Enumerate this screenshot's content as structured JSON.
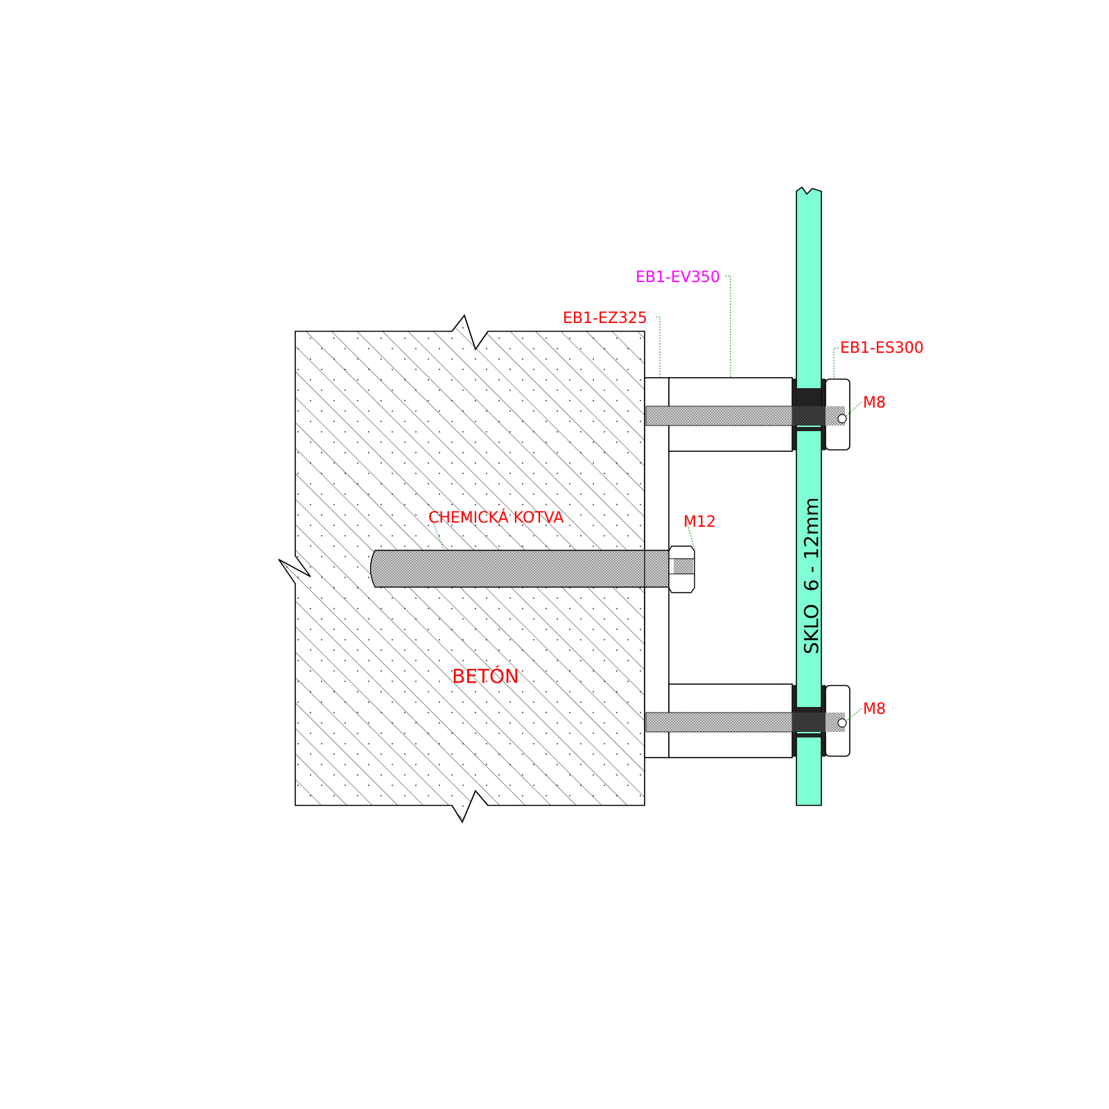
{
  "labels": {
    "ev350": "EB1-EV350",
    "ez325": "EB1-EZ325",
    "es300": "EB1-ES300",
    "m8_top": "M8",
    "m8_bottom": "M8",
    "m12": "M12",
    "chemical_anchor": "CHEMICKÁ KOTVA",
    "concrete": "BETÓN",
    "glass": "SKLO  6 - 12mm"
  },
  "colors": {
    "label_red": "#ff0000",
    "label_magenta": "#ff00ff",
    "leader_green": "#1a9a1a",
    "glass_fill": "#7fffd4",
    "gasket": "#222222",
    "outline": "#000000"
  }
}
